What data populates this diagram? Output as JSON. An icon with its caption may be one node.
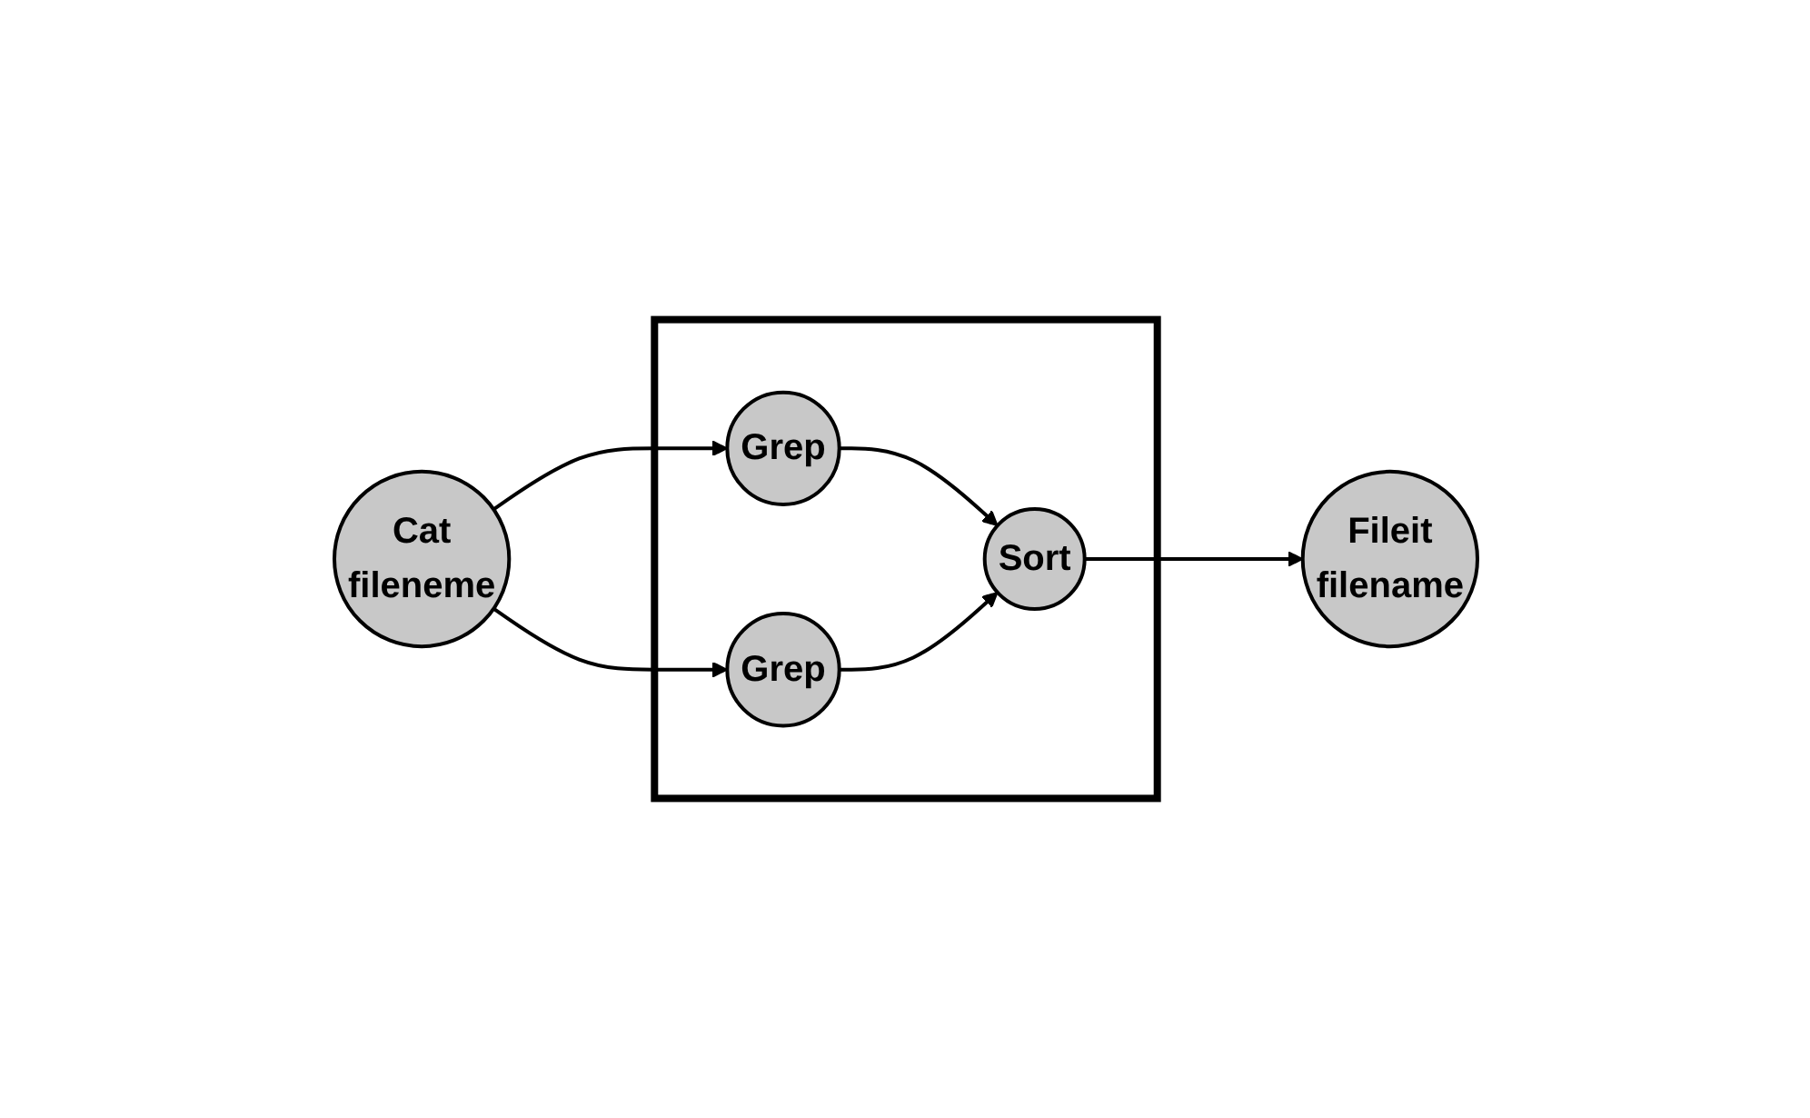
{
  "diagram": {
    "nodes": [
      {
        "text": [
          "Cat",
          "fileneme"
        ]
      },
      {
        "text": [],
        "shape": "box"
      },
      {
        "text": [
          "Grep"
        ],
        "in": 1
      },
      {
        "text": [
          "Grep"
        ],
        "in": 1
      },
      {
        "text": [
          "Sort"
        ],
        "in": 1
      },
      {
        "text": [
          "Fileit",
          "filename"
        ]
      }
    ],
    "edges": [
      {
        "from": 0,
        "to": 2,
        "arrow": "to"
      },
      {
        "from": 0,
        "to": 3,
        "arrow": "to"
      },
      {
        "from": 2,
        "to": 4,
        "arrow": "to"
      },
      {
        "from": 3,
        "to": 4,
        "arrow": "to"
      },
      {
        "from": 4,
        "to": 5,
        "arrow": "to"
      }
    ]
  }
}
